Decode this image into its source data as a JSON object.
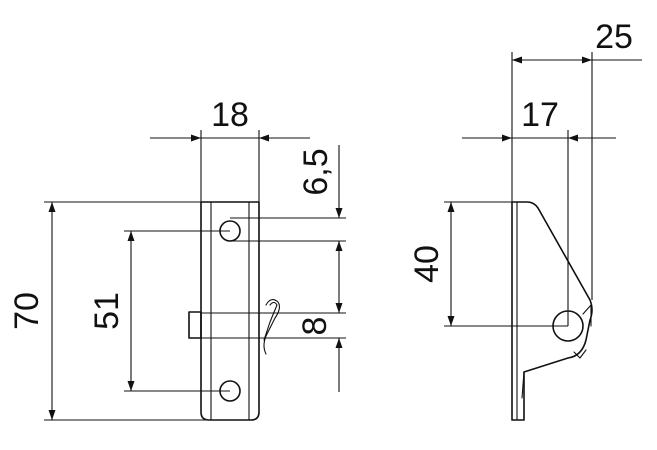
{
  "drawing": {
    "front_view": {
      "width_dimension": "18",
      "top_offset_dimension": "6,5",
      "height_dimension": "70",
      "hole_spacing_dimension": "51",
      "pin_dimension": "8"
    },
    "side_view": {
      "overall_depth_dimension": "25",
      "pivot_depth_dimension": "17",
      "pivot_height_dimension": "40"
    },
    "colors": {
      "line": "#111111",
      "background": "#ffffff"
    }
  }
}
